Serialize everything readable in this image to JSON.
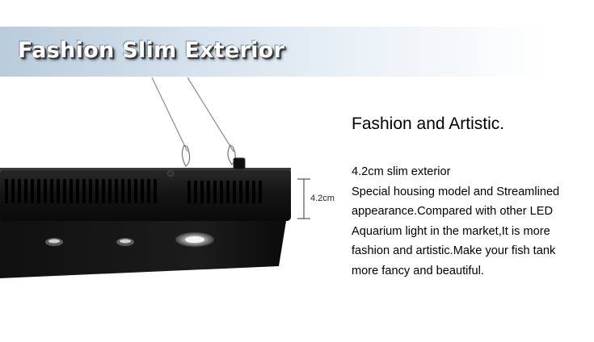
{
  "banner": {
    "title": "Fashion Slim Exterior"
  },
  "product": {
    "dimension_label": "4.2cm"
  },
  "content": {
    "heading": "Fashion and Artistic.",
    "lines": [
      "4.2cm slim exterior",
      "Special housing model and Streamlined",
      "appearance.Compared with other LED",
      "Aquarium light in the market,It is more",
      "fashion and artistic.Make your fish tank",
      "more fancy and beautiful."
    ]
  },
  "colors": {
    "banner_gradient_start": "#b9cbdc",
    "banner_gradient_end": "#ffffff",
    "housing": "#151515",
    "text": "#000000"
  }
}
